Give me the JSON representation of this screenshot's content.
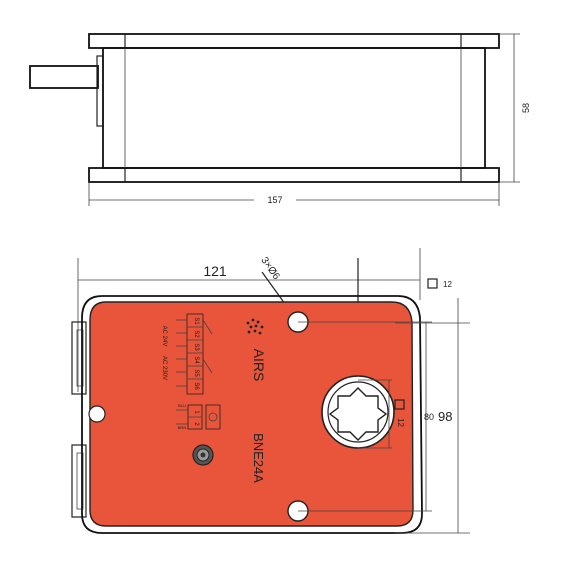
{
  "dimensions": {
    "length": "157",
    "height": "58",
    "width": "121",
    "hole": "3×Ø6",
    "square_top": "12",
    "square_shaft": "12",
    "inner_height": "80",
    "outer_height": "98"
  },
  "device": {
    "model": "BNE24A",
    "brand": "AIRS",
    "body_color": "#e8553a"
  },
  "labels": {
    "voltage_a": "AC 24V",
    "voltage_b": "AC 230V",
    "term_s1": "S1",
    "term_s2": "S2",
    "term_s3": "S3",
    "term_s4": "S4",
    "term_s5": "S5",
    "term_s6": "S6",
    "term_1": "1",
    "term_2": "2",
    "wire_1": "BLU",
    "wire_2": "BRN"
  }
}
